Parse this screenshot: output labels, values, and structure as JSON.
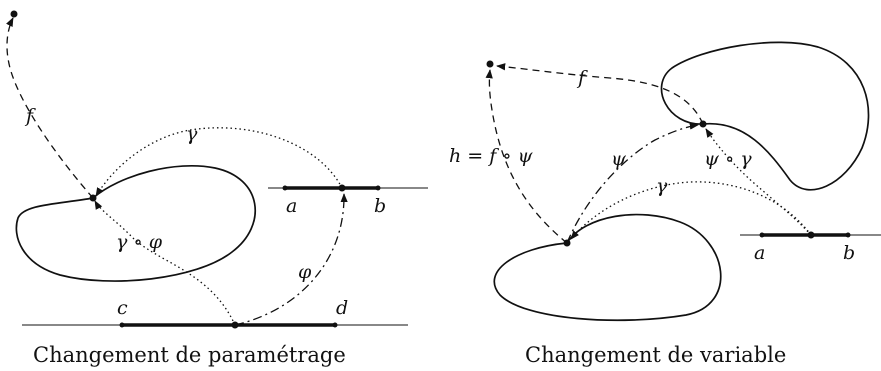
{
  "left_panel": {
    "caption": "Changement de paramétrage",
    "labels": {
      "f": "f",
      "gamma": "γ",
      "gamma_phi": "γ ∘ φ",
      "phi": "φ",
      "a": "a",
      "b": "b",
      "c": "c",
      "d": "d"
    }
  },
  "right_panel": {
    "caption": "Changement de variable",
    "labels": {
      "f": "f",
      "h_eq": "h = f ∘ ψ",
      "psi": "ψ",
      "psi_gamma": "ψ ∘ γ",
      "gamma": "γ",
      "a": "a",
      "b": "b"
    }
  },
  "colors": {
    "ink": "#111111",
    "background": "#ffffff"
  }
}
